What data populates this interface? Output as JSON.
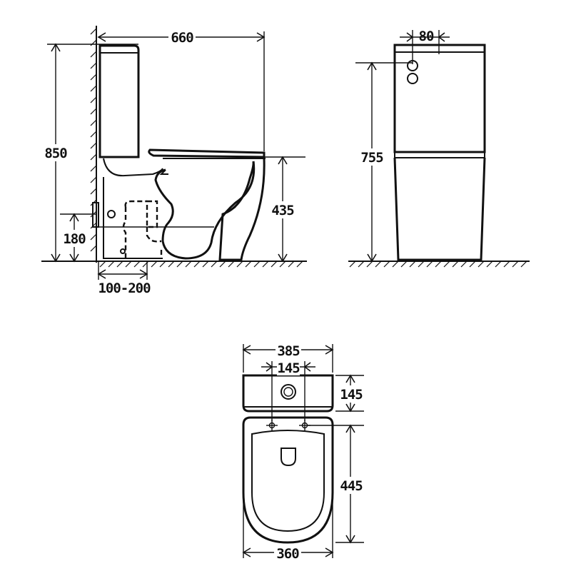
{
  "side_view": {
    "width_label": "660",
    "height_label": "850",
    "seat_height_label": "435",
    "outlet_height_label": "180",
    "wall_offset_label": "100-200"
  },
  "front_view": {
    "button_width_label": "80",
    "tank_height_label": "755"
  },
  "top_view": {
    "overall_width_label": "385",
    "hole_spacing_label": "145",
    "tank_depth_label": "145",
    "bowl_length_label": "445",
    "bowl_width_label": "360"
  }
}
